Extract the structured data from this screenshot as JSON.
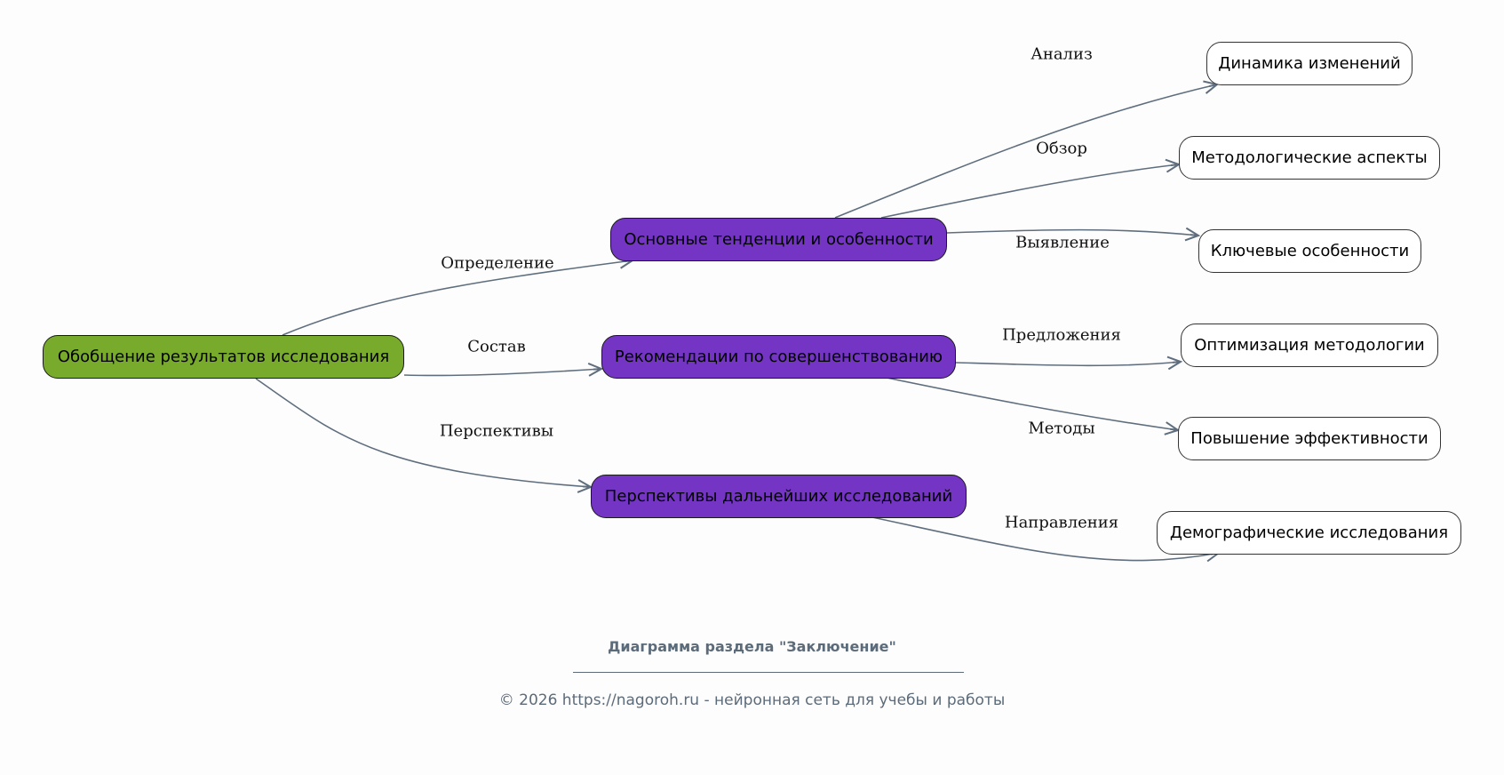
{
  "diagram": {
    "colors": {
      "root": "#78ab2c",
      "branch": "#7434c4",
      "leaf": "#ffffff",
      "edge": "#5f6e7e",
      "footer_text": "#5c6b7a"
    },
    "nodes": {
      "root": "Обобщение результатов исследования",
      "branch_1": "Основные тенденции и особенности",
      "branch_2": "Рекомендации по совершенствованию",
      "branch_3": "Перспективы дальнейших исследований",
      "leaf_1": "Динамика изменений",
      "leaf_2": "Методологические аспекты",
      "leaf_3": "Ключевые особенности",
      "leaf_4": "Оптимизация методологии",
      "leaf_5": "Повышение эффективности",
      "leaf_6": "Демографические исследования"
    },
    "edges": [
      {
        "from": "root",
        "to": "branch_1",
        "label": "Определение"
      },
      {
        "from": "root",
        "to": "branch_2",
        "label": "Состав"
      },
      {
        "from": "root",
        "to": "branch_3",
        "label": "Перспективы"
      },
      {
        "from": "branch_1",
        "to": "leaf_1",
        "label": "Анализ"
      },
      {
        "from": "branch_1",
        "to": "leaf_2",
        "label": "Обзор"
      },
      {
        "from": "branch_1",
        "to": "leaf_3",
        "label": "Выявление"
      },
      {
        "from": "branch_2",
        "to": "leaf_4",
        "label": "Предложения"
      },
      {
        "from": "branch_2",
        "to": "leaf_5",
        "label": "Методы"
      },
      {
        "from": "branch_3",
        "to": "leaf_6",
        "label": "Направления"
      }
    ]
  },
  "footer": {
    "title": "Диаграмма раздела \"Заключение\"",
    "copyright": "© 2026 https://nagoroh.ru - нейронная сеть для учебы и работы"
  }
}
